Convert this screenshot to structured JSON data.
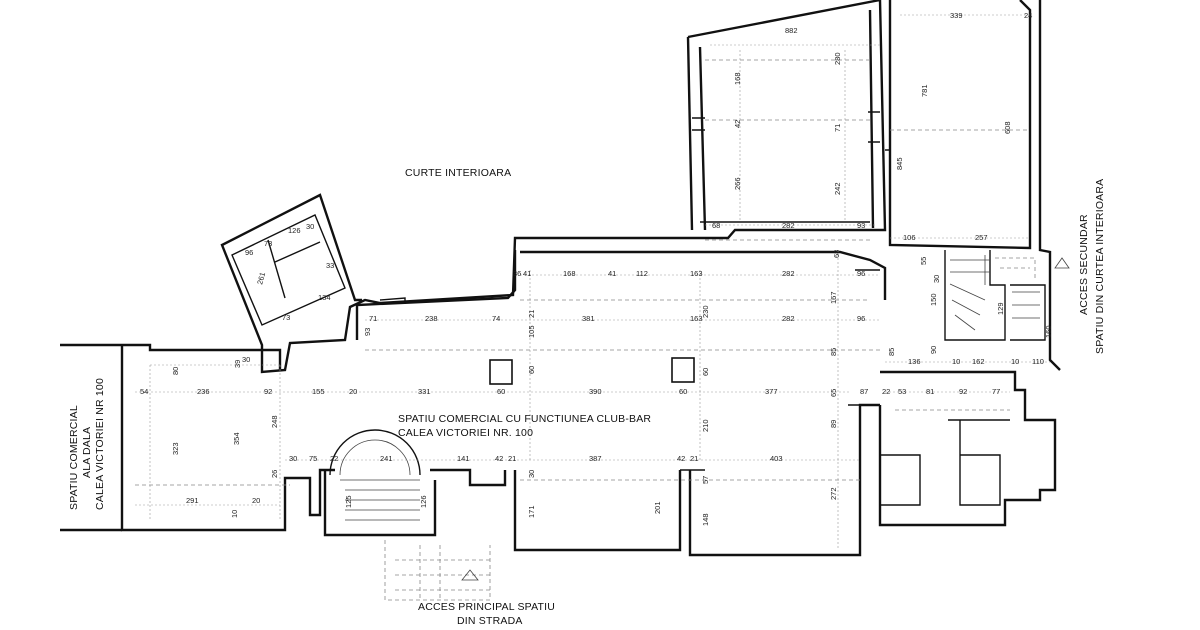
{
  "labels": {
    "courtyard": "CURTE INTERIOARA",
    "main_space_1": "SPATIU COMERCIAL CU FUNCTIUNEA CLUB-BAR",
    "main_space_2": "CALEA VICTORIEI NR. 100",
    "main_access_1": "ACCES PRINCIPAL SPATIU",
    "main_access_2": "DIN STRADA",
    "left_space_1": "SPATIU COMERCIAL",
    "left_space_2": "ALA DALA",
    "left_space_3": "CALEA VICTORIEI NR 100",
    "secondary_access_1": "ACCES SECUNDAR",
    "secondary_access_2": "SPATIU DIN CURTEA INTERIOARA"
  },
  "dimensions": {
    "d_339": "339",
    "d_24": "24",
    "d_882": "882",
    "d_168a": "168",
    "d_280": "280",
    "d_781": "781",
    "d_42a": "42",
    "d_71a": "71",
    "d_608": "608",
    "d_845": "845",
    "d_266": "266",
    "d_242": "242",
    "d_68a": "68",
    "d_282a": "282",
    "d_93a": "93",
    "d_106": "106",
    "d_257": "257",
    "d_68b": "68",
    "d_55": "55",
    "d_126": "126",
    "d_30a": "30",
    "d_96a": "96",
    "d_73a": "73",
    "d_261": "261",
    "d_33": "33",
    "d_134": "134",
    "d_36": "36",
    "d_41a": "41",
    "d_168b": "168",
    "d_41b": "41",
    "d_112": "112",
    "d_163a": "163",
    "d_282b": "282",
    "d_96b": "96",
    "d_30b": "30",
    "d_150": "150",
    "d_129": "129",
    "d_160": "160",
    "d_167": "167",
    "d_71b": "71",
    "d_238": "238",
    "d_74": "74",
    "d_381": "381",
    "d_163b": "163",
    "d_230": "230",
    "d_282c": "282",
    "d_96c": "96",
    "d_73b": "73",
    "d_93b": "93",
    "d_105": "105",
    "d_60a": "60",
    "d_60b": "60",
    "d_85a": "85",
    "d_85b": "85",
    "d_90": "90",
    "d_136": "136",
    "d_10a": "10",
    "d_162": "162",
    "d_10b": "10",
    "d_110": "110",
    "d_80": "80",
    "d_30c": "30",
    "d_39": "39",
    "d_54": "54",
    "d_236": "236",
    "d_92a": "92",
    "d_155": "155",
    "d_20a": "20",
    "d_331": "331",
    "d_60c": "60",
    "d_390": "390",
    "d_60d": "60",
    "d_377": "377",
    "d_65": "65",
    "d_87": "87",
    "d_22a": "22",
    "d_53": "53",
    "d_81": "81",
    "d_92b": "92",
    "d_77": "77",
    "d_248": "248",
    "d_354": "354",
    "d_323": "323",
    "d_210": "210",
    "d_89": "89",
    "d_30d": "30",
    "d_75": "75",
    "d_22b": "22",
    "d_241": "241",
    "d_141": "141",
    "d_42b": "42",
    "d_21a": "21",
    "d_387": "387",
    "d_42c": "42",
    "d_21b": "21",
    "d_403": "403",
    "d_26": "26",
    "d_30e": "30",
    "d_57": "57",
    "d_272": "272",
    "d_291": "291",
    "d_20b": "20",
    "d_10c": "10",
    "d_125": "125",
    "d_126b": "126",
    "d_171": "171",
    "d_201": "201",
    "d_148": "148",
    "d_21c": "21"
  }
}
